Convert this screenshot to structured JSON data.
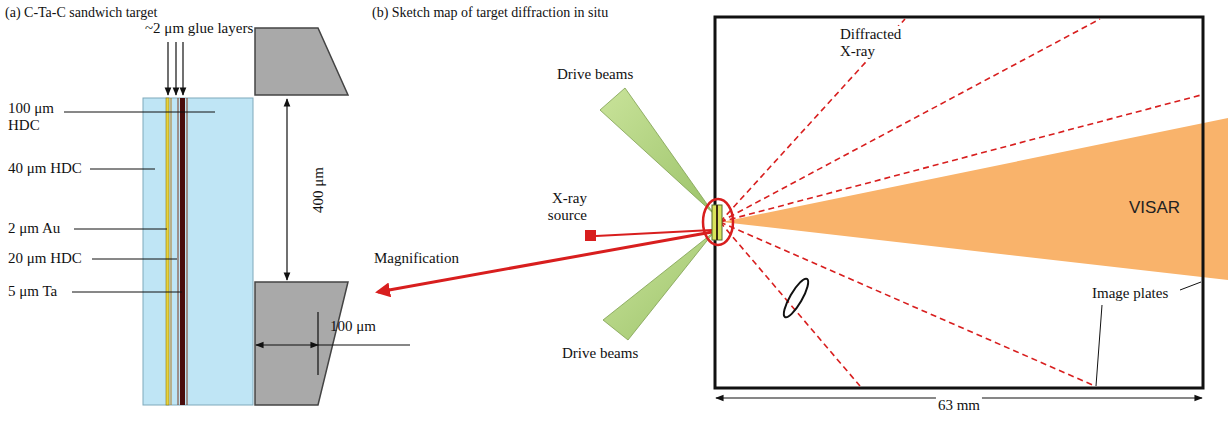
{
  "diagram": {
    "nodes": [
      {
        "text": [
          "VISAR"
        ]
      }
    ],
    "labels": [
      "(a) C-Ta-C sandwich target",
      "~2 μm glue layers",
      "100 μm HDC",
      "40 μm HDC",
      "2 μm Au",
      "20 μm HDC",
      "5 μm Ta",
      "400 μm",
      "100 μm",
      "(b) Sketch map of target diffraction in situ",
      "Drive beams",
      "X-ray source",
      "Magnification",
      "Drive beams",
      "Diffracted X-ray",
      "Image plates",
      "63 mm"
    ]
  }
}
